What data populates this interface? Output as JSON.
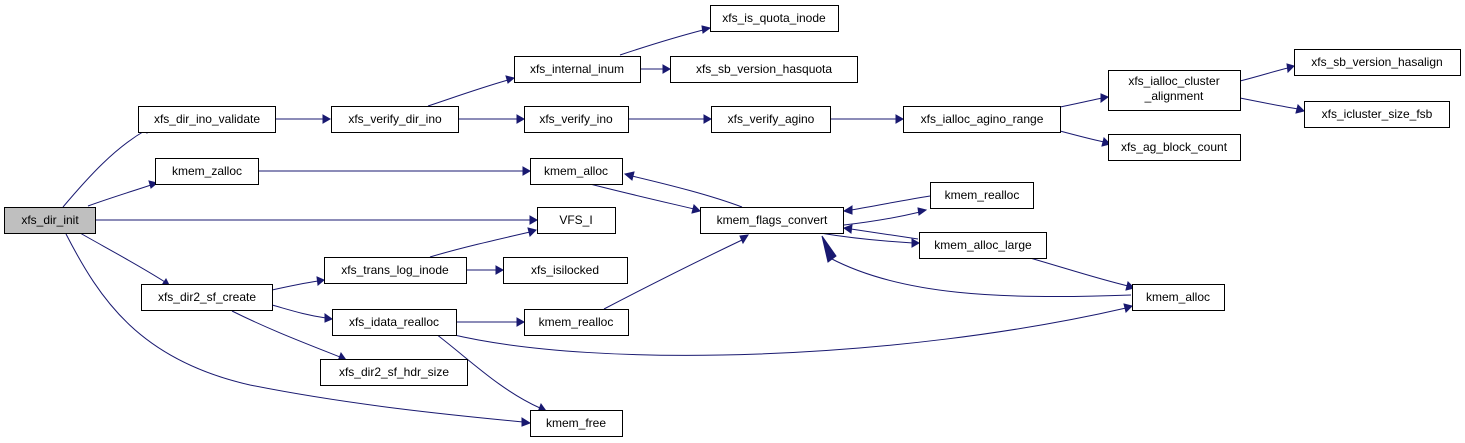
{
  "colors": {
    "edge": "#191970",
    "node_border": "#000000",
    "root_fill": "#bfbfbf",
    "node_fill": "#ffffff"
  },
  "nodes": {
    "xfs_dir_init": "xfs_dir_init",
    "xfs_dir_ino_validate": "xfs_dir_ino_validate",
    "kmem_zalloc": "kmem_zalloc",
    "xfs_dir2_sf_create": "xfs_dir2_sf_create",
    "xfs_verify_dir_ino": "xfs_verify_dir_ino",
    "xfs_internal_inum": "xfs_internal_inum",
    "xfs_is_quota_inode": "xfs_is_quota_inode",
    "xfs_sb_version_hasquota": "xfs_sb_version_hasquota",
    "xfs_verify_ino": "xfs_verify_ino",
    "xfs_verify_agino": "xfs_verify_agino",
    "xfs_ialloc_agino_range": "xfs_ialloc_agino_range",
    "xfs_ialloc_cluster_alignment_1": "xfs_ialloc_cluster",
    "xfs_ialloc_cluster_alignment_2": "_alignment",
    "xfs_sb_version_hasalign": "xfs_sb_version_hasalign",
    "xfs_icluster_size_fsb": "xfs_icluster_size_fsb",
    "xfs_ag_block_count": "xfs_ag_block_count",
    "kmem_alloc_top": "kmem_alloc",
    "kmem_flags_convert": "kmem_flags_convert",
    "kmem_realloc_right": "kmem_realloc",
    "kmem_alloc_large": "kmem_alloc_large",
    "kmem_alloc_right": "kmem_alloc",
    "VFS_I": "VFS_I",
    "xfs_trans_log_inode": "xfs_trans_log_inode",
    "xfs_isilocked": "xfs_isilocked",
    "xfs_idata_realloc": "xfs_idata_realloc",
    "kmem_realloc_mid": "kmem_realloc",
    "xfs_dir2_sf_hdr_size": "xfs_dir2_sf_hdr_size",
    "kmem_free": "kmem_free"
  }
}
